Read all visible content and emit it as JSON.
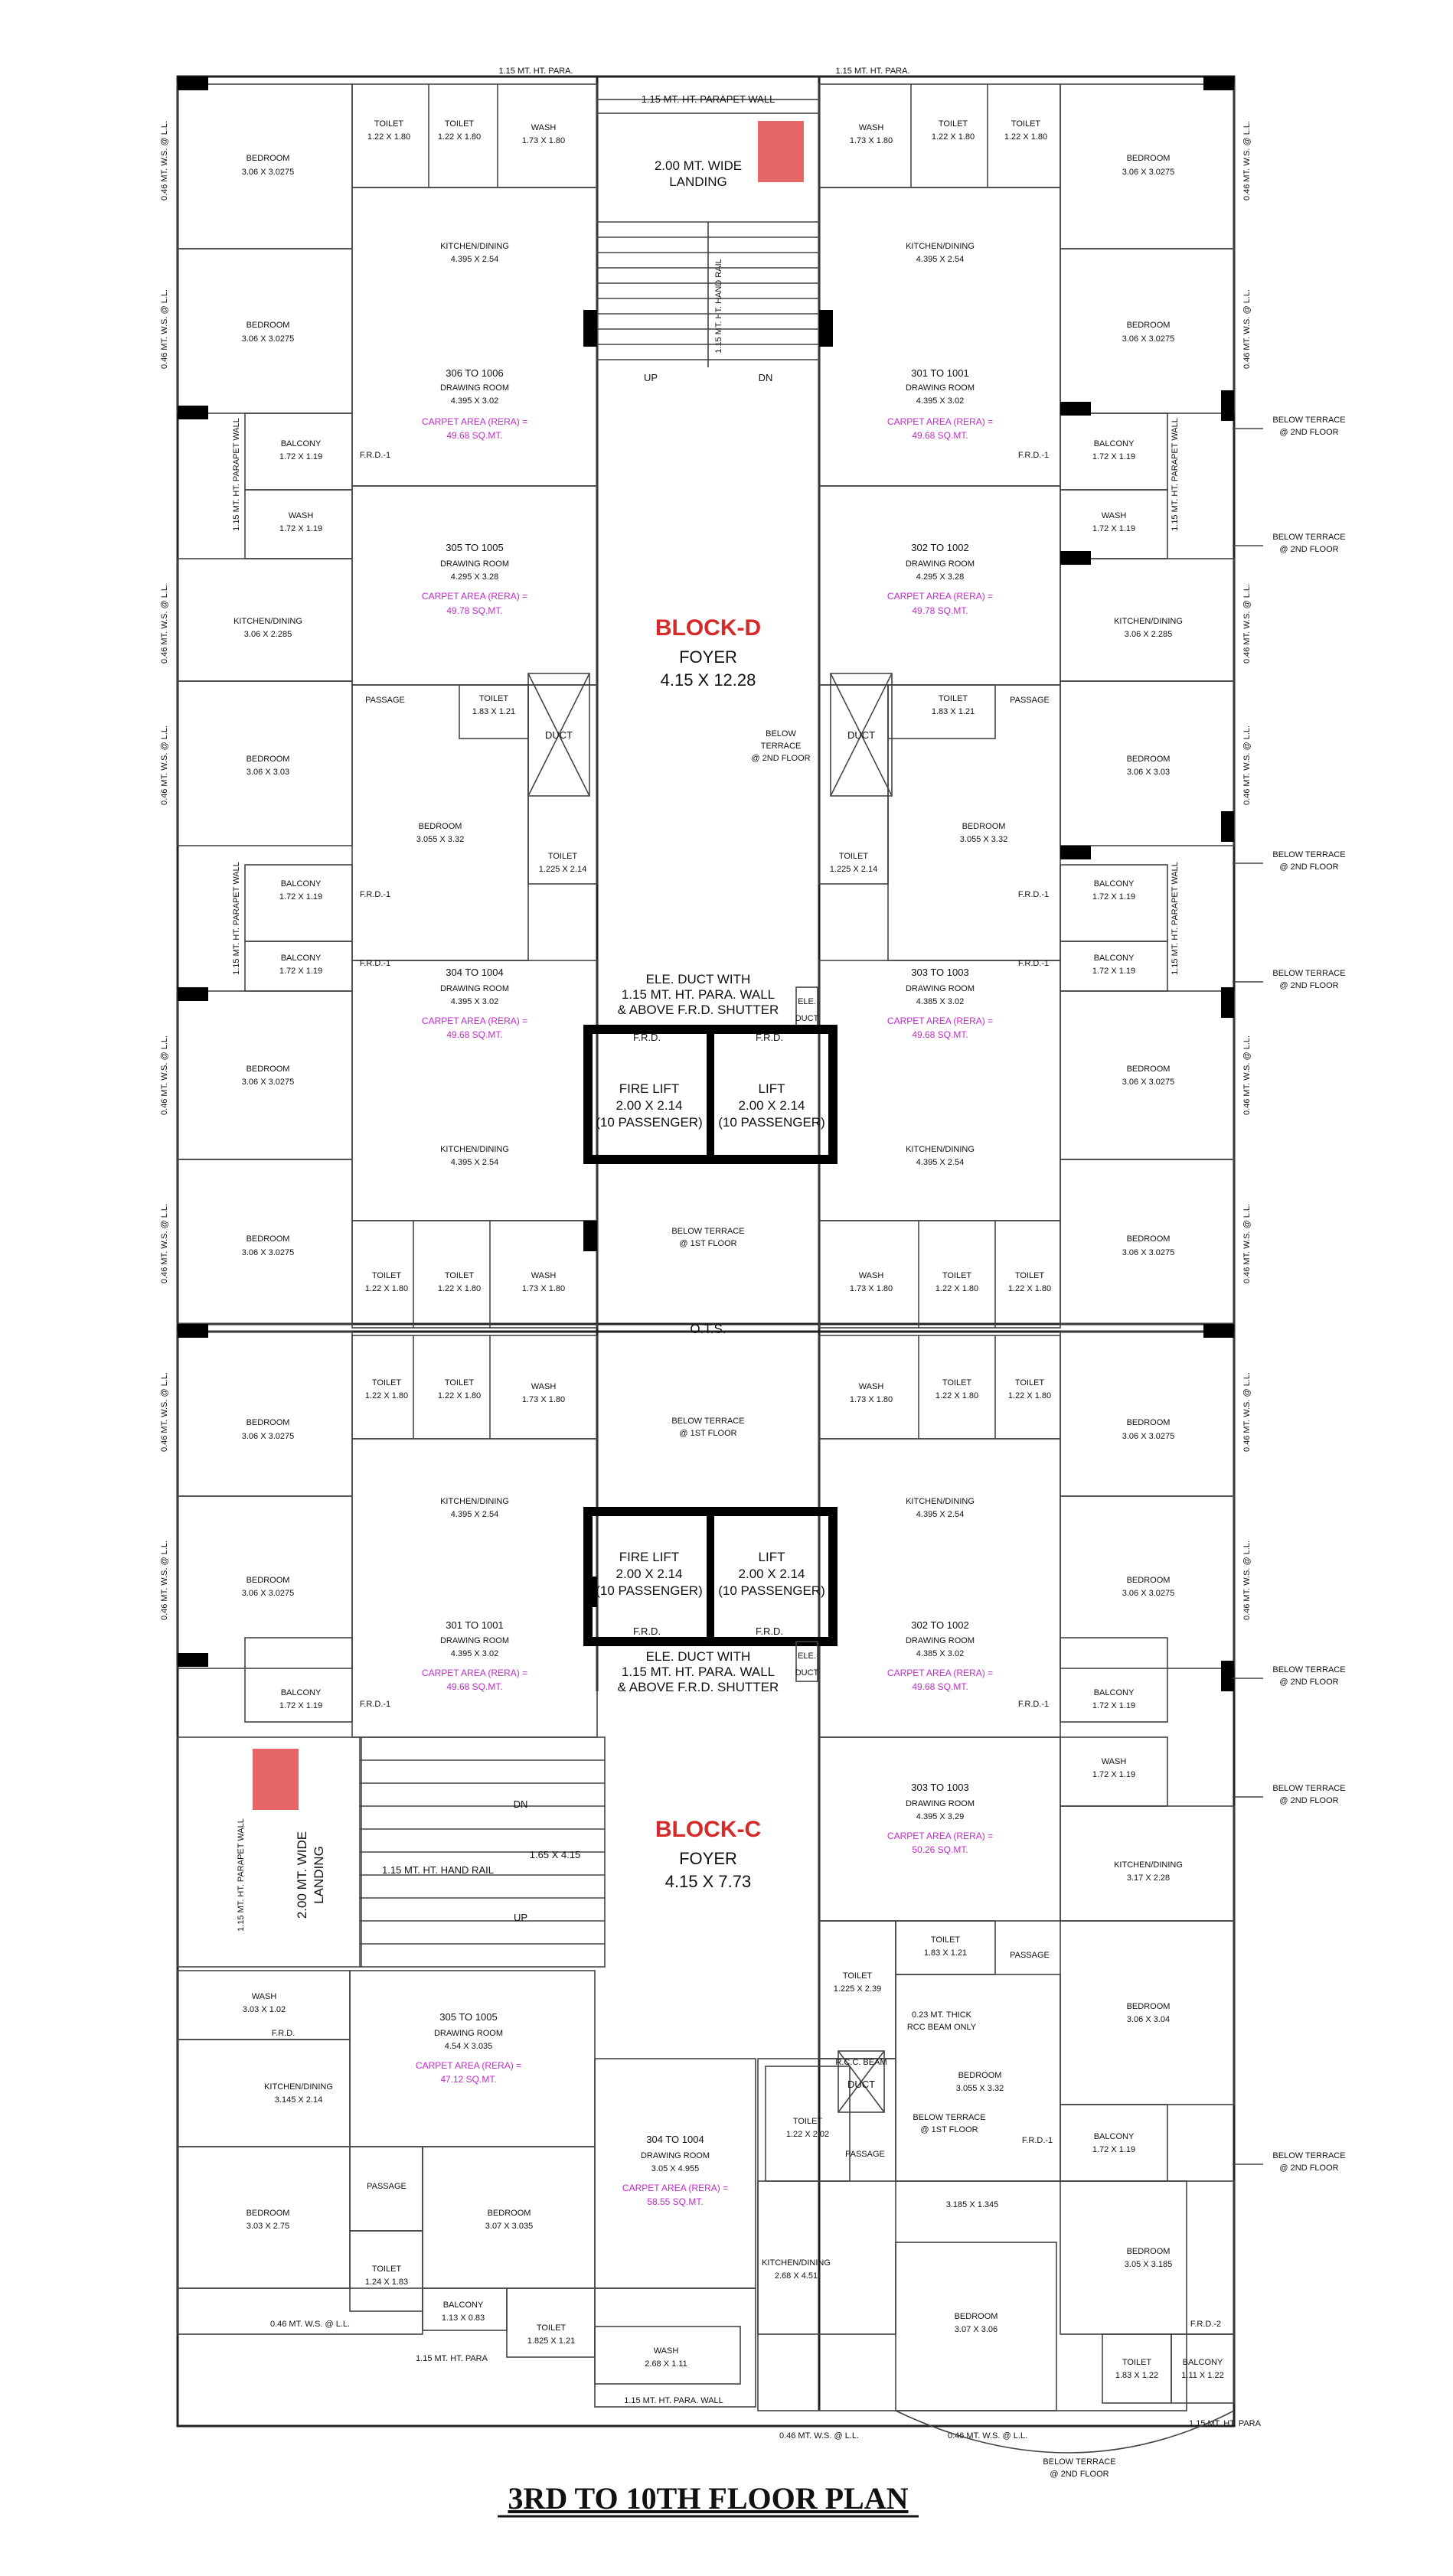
{
  "top": {
    "para_left": "1.15 MT. HT. PARA.",
    "para_right": "1.15 MT. HT. PARA.",
    "parapet_wall": "1.15 MT. HT. PARAPET WALL",
    "landing_line1": "2.00 MT. WIDE",
    "landing_line2": "LANDING",
    "hand_rail": "1.15 MT. HT. HAND RAIL",
    "up": "UP",
    "dn": "DN"
  },
  "block_d": {
    "name": "BLOCK-D",
    "foyer": "FOYER",
    "foyer_size": "4.15 X 12.28",
    "below_terrace_1": "BELOW",
    "below_terrace_2": "TERRACE",
    "below_terrace_3": "@ 2ND FLOOR",
    "duct": "DUCT",
    "ele_duct_1": "ELE. DUCT WITH",
    "ele_duct_2": "1.15 MT. HT. PARA. WALL",
    "ele_duct_3": "& ABOVE F.R.D. SHUTTER",
    "ele": "ELE.",
    "duct_small": "DUCT",
    "frd": "F.R.D.",
    "fire_lift": "FIRE LIFT",
    "lift": "LIFT",
    "lift_size": "2.00 X 2.14",
    "passenger": "(10 PASSENGER)",
    "below_terrace_1st": "BELOW TERRACE",
    "at_1st": "@ 1ST FLOOR",
    "ots": "O.T.S."
  },
  "block_c": {
    "name": "BLOCK-C",
    "foyer": "FOYER",
    "foyer_size": "4.15 X 7.73",
    "stair_size": "1.65 X 4.15",
    "hand_rail": "1.15 MT. HT. HAND RAIL",
    "landing_line1": "2.00 MT. WIDE",
    "landing_line2": "LANDING",
    "parapet_wall": "1.15 MT. HT. PARAPET WALL",
    "dn": "DN",
    "up": "UP",
    "beam_1": "0.23 MT. THICK",
    "beam_2": "RCC BEAM ONLY",
    "rcc_beam": "R.C.C. BEAM",
    "duct": "DUCT",
    "passage": "PASSAGE",
    "below_terrace": "BELOW TERRACE",
    "at_1st": "@ 1ST FLOOR",
    "size_3185": "3.185 X 1.345"
  },
  "units": {
    "u306": {
      "code": "306 TO 1006",
      "room": "DRAWING ROOM",
      "size": "4.395 X 3.02",
      "carpet": "CARPET AREA (RERA) =",
      "area": "49.68 SQ.MT."
    },
    "u301": {
      "code": "301 TO 1001",
      "room": "DRAWING ROOM",
      "size": "4.395 X 3.02",
      "carpet": "CARPET AREA (RERA) =",
      "area": "49.68 SQ.MT."
    },
    "u305": {
      "code": "305 TO 1005",
      "room": "DRAWING ROOM",
      "size": "4.295 X 3.28",
      "carpet": "CARPET AREA (RERA) =",
      "area": "49.78 SQ.MT."
    },
    "u302": {
      "code": "302 TO 1002",
      "room": "DRAWING ROOM",
      "size": "4.295 X 3.28",
      "carpet": "CARPET AREA (RERA) =",
      "area": "49.78 SQ.MT."
    },
    "u304": {
      "code": "304 TO 1004",
      "room": "DRAWING ROOM",
      "size": "4.395 X 3.02",
      "carpet": "CARPET AREA (RERA) =",
      "area": "49.68 SQ.MT."
    },
    "u303": {
      "code": "303 TO 1003",
      "room": "DRAWING ROOM",
      "size": "4.385 X 3.02",
      "carpet": "CARPET AREA (RERA) =",
      "area": "49.68 SQ.MT."
    },
    "c301": {
      "code": "301 TO 1001",
      "room": "DRAWING ROOM",
      "size": "4.395 X 3.02",
      "carpet": "CARPET AREA (RERA) =",
      "area": "49.68 SQ.MT."
    },
    "c302": {
      "code": "302 TO 1002",
      "room": "DRAWING ROOM",
      "size": "4.385 X 3.02",
      "carpet": "CARPET AREA (RERA) =",
      "area": "49.68 SQ.MT."
    },
    "c303": {
      "code": "303 TO 1003",
      "room": "DRAWING ROOM",
      "size": "4.395 X 3.29",
      "carpet": "CARPET AREA (RERA) =",
      "area": "50.26 SQ.MT."
    },
    "c305": {
      "code": "305 TO 1005",
      "room": "DRAWING ROOM",
      "size": "4.54 X 3.035",
      "carpet": "CARPET AREA (RERA) =",
      "area": "47.12 SQ.MT."
    },
    "c304": {
      "code": "304 TO 1004",
      "room": "DRAWING ROOM",
      "size": "3.05 X 4.955",
      "carpet": "CARPET AREA (RERA) =",
      "area": "58.55 SQ.MT."
    }
  },
  "rooms": {
    "bedroom": "BEDROOM",
    "toilet": "TOILET",
    "wash": "WASH",
    "kitchen": "KITCHEN/DINING",
    "balcony": "BALCONY",
    "passage": "PASSAGE",
    "s306": "3.06 X 3.0275",
    "s306b": "3.06 X 3.03",
    "s3055": "3.055 X 3.32",
    "t122": "1.22 X 1.80",
    "w173": "1.73 X 1.80",
    "k4395": "4.395 X 2.54",
    "b172": "1.72 X 1.19",
    "w172": "1.72 X 1.19",
    "k3062": "3.06 X 2.285",
    "t183": "1.83 X 1.21",
    "t1225": "1.225 X 2.14",
    "k317": "3.17 X 2.28",
    "t1225b": "1.225 X 2.39",
    "s3064": "3.06 X 3.04",
    "w303": "3.03 X 1.02",
    "k3145": "3.145 X 2.14",
    "s303": "3.03 X 2.75",
    "s307": "3.07 X 3.035",
    "t124": "1.24 X 1.83",
    "b113": "1.13 X 0.83",
    "t1825": "1.825 X 1.21",
    "w268": "2.68 X 1.11",
    "k268": "2.68 X 4.51",
    "s3073": "3.07 X 3.06",
    "s305": "3.05 X 3.185",
    "t183b": "1.83 X 1.22",
    "b111": "1.11 X 1.22",
    "t122b": "1.22 X 2.02"
  },
  "notes": {
    "below_terrace": "BELOW TERRACE",
    "at_2nd": "@ 2ND FLOOR",
    "frd1": "F.R.D.-1",
    "frd2": "F.R.D.-2",
    "frd": "F.R.D.",
    "ws": "0.46 MT. W.S. @ L.L.",
    "para_wall": "1.15 MT. HT. PARAPET WALL",
    "para": "1.15 MT. HT. PARA.",
    "para_short": "1.15 MT. HT. PARA",
    "para_wall_short": "1.15 MT. HT. PARA. WALL"
  },
  "title": "3RD TO 10TH FLOOR PLAN"
}
